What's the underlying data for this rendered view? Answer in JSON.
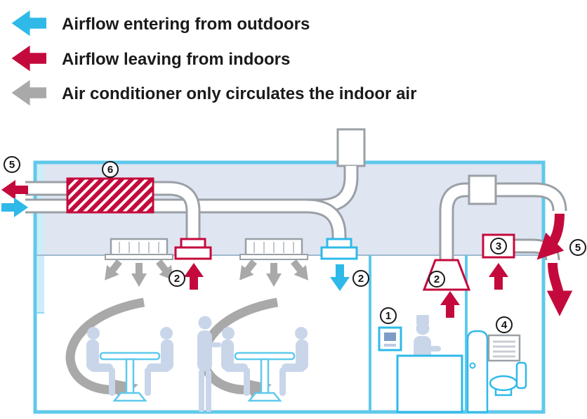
{
  "legend": {
    "items": [
      {
        "label": "Airflow entering from outdoors",
        "color": "#2fb9e9",
        "icon": "left-arrow"
      },
      {
        "label": "Airflow leaving from indoors",
        "color": "#c40a3c",
        "icon": "left-arrow"
      },
      {
        "label": "Air conditioner only circulates the indoor air",
        "color": "#a9a9a9",
        "icon": "left-arrow"
      }
    ]
  },
  "diagram": {
    "labels": {
      "n1": "1",
      "n2": "2",
      "n3": "3",
      "n4": "4",
      "n5": "5",
      "n6": "6"
    },
    "colors": {
      "intake": "#2fb9e9",
      "exhaust": "#c40a3c",
      "circulation": "#a9a9a9",
      "structure": "#5fc9ec",
      "plenum_fill": "#e0e5f2",
      "silhouette": "#c9d6ea",
      "duct_outline": "#9aa0a6"
    }
  }
}
